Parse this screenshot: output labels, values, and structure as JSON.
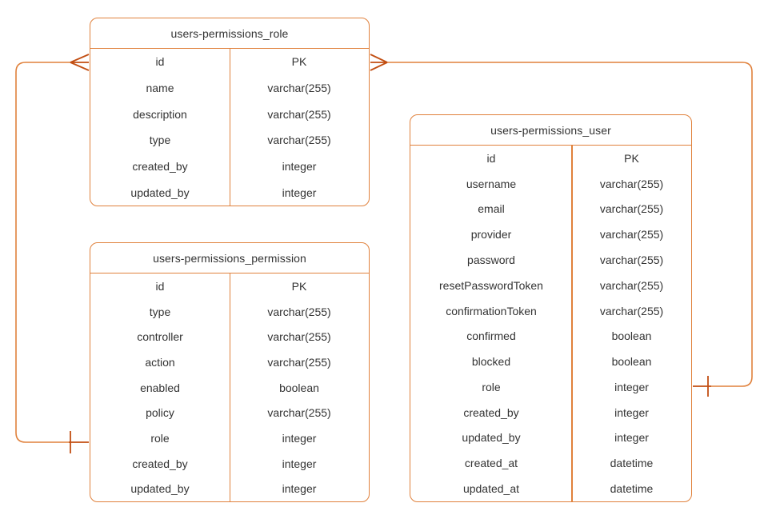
{
  "diagram": {
    "kind": "entity-relationship-diagram",
    "notation": "crows-foot"
  },
  "colors": {
    "line": "#E0813C",
    "marker": "#C24E12",
    "text": "#333333",
    "background": "#FFFFFF"
  },
  "tables": {
    "role": {
      "title": "users-permissions_role",
      "rows": [
        {
          "name": "id",
          "type": "PK"
        },
        {
          "name": "name",
          "type": "varchar(255)"
        },
        {
          "name": "description",
          "type": "varchar(255)"
        },
        {
          "name": "type",
          "type": "varchar(255)"
        },
        {
          "name": "created_by",
          "type": "integer"
        },
        {
          "name": "updated_by",
          "type": "integer"
        }
      ]
    },
    "permission": {
      "title": "users-permissions_permission",
      "rows": [
        {
          "name": "id",
          "type": "PK"
        },
        {
          "name": "type",
          "type": "varchar(255)"
        },
        {
          "name": "controller",
          "type": "varchar(255)"
        },
        {
          "name": "action",
          "type": "varchar(255)"
        },
        {
          "name": "enabled",
          "type": "boolean"
        },
        {
          "name": "policy",
          "type": "varchar(255)"
        },
        {
          "name": "role",
          "type": "integer"
        },
        {
          "name": "created_by",
          "type": "integer"
        },
        {
          "name": "updated_by",
          "type": "integer"
        }
      ]
    },
    "user": {
      "title": "users-permissions_user",
      "rows": [
        {
          "name": "id",
          "type": "PK"
        },
        {
          "name": "username",
          "type": "varchar(255)"
        },
        {
          "name": "email",
          "type": "varchar(255)"
        },
        {
          "name": "provider",
          "type": "varchar(255)"
        },
        {
          "name": "password",
          "type": "varchar(255)"
        },
        {
          "name": "resetPasswordToken",
          "type": "varchar(255)"
        },
        {
          "name": "confirmationToken",
          "type": "varchar(255)"
        },
        {
          "name": "confirmed",
          "type": "boolean"
        },
        {
          "name": "blocked",
          "type": "boolean"
        },
        {
          "name": "role",
          "type": "integer"
        },
        {
          "name": "created_by",
          "type": "integer"
        },
        {
          "name": "updated_by",
          "type": "integer"
        },
        {
          "name": "created_at",
          "type": "datetime"
        },
        {
          "name": "updated_at",
          "type": "datetime"
        }
      ]
    }
  },
  "relationships": [
    {
      "from_table": "users-permissions_role",
      "from_field": "id",
      "from_cardinality": "many",
      "to_table": "users-permissions_permission",
      "to_field": "role",
      "to_cardinality": "one"
    },
    {
      "from_table": "users-permissions_role",
      "from_field": "id",
      "from_cardinality": "many",
      "to_table": "users-permissions_user",
      "to_field": "role",
      "to_cardinality": "one"
    }
  ]
}
